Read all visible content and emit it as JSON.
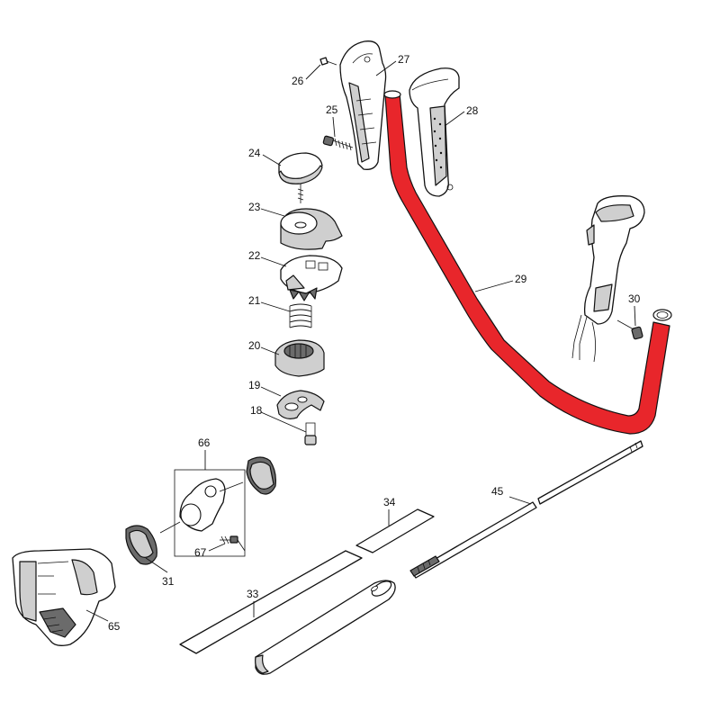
{
  "colors": {
    "highlight": "#e8262b",
    "line": "#111111",
    "fill": "#ffffff",
    "shade": "#cfcfcf"
  },
  "labels": {
    "p18": "18",
    "p19": "19",
    "p20": "20",
    "p21": "21",
    "p22": "22",
    "p23": "23",
    "p24": "24",
    "p25": "25",
    "p26": "26",
    "p27": "27",
    "p28": "28",
    "p29": "29",
    "p30": "30",
    "p31": "31",
    "p33": "33",
    "p34": "34",
    "p45": "45",
    "p65": "65",
    "p66": "66",
    "p67": "67"
  }
}
